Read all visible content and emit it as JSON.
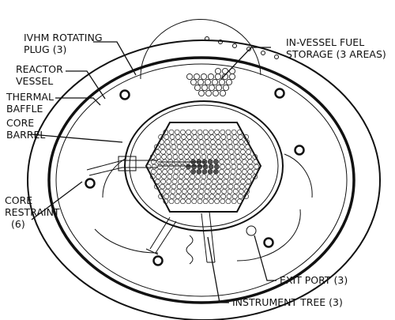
{
  "labels": {
    "ivhm_plug_line1": "IVHM ROTATING",
    "ivhm_plug_line2": "PLUG (3)",
    "reactor_vessel_line1": "REACTOR",
    "reactor_vessel_line2": "VESSEL",
    "thermal_baffle_line1": "THERMAL",
    "thermal_baffle_line2": "BAFFLE",
    "core_barrel_line1": "CORE",
    "core_barrel_line2": "BARREL",
    "core_restraint_line1": "CORE",
    "core_restraint_line2": "RESTRAINT",
    "core_restraint_line3": "(6)",
    "fuel_storage_line1": "IN-VESSEL FUEL",
    "fuel_storage_line2": "STORAGE (3 AREAS)",
    "exit_port": "EXIT PORT (3)",
    "instrument_tree": "INSTRUMENT TREE (3)"
  }
}
